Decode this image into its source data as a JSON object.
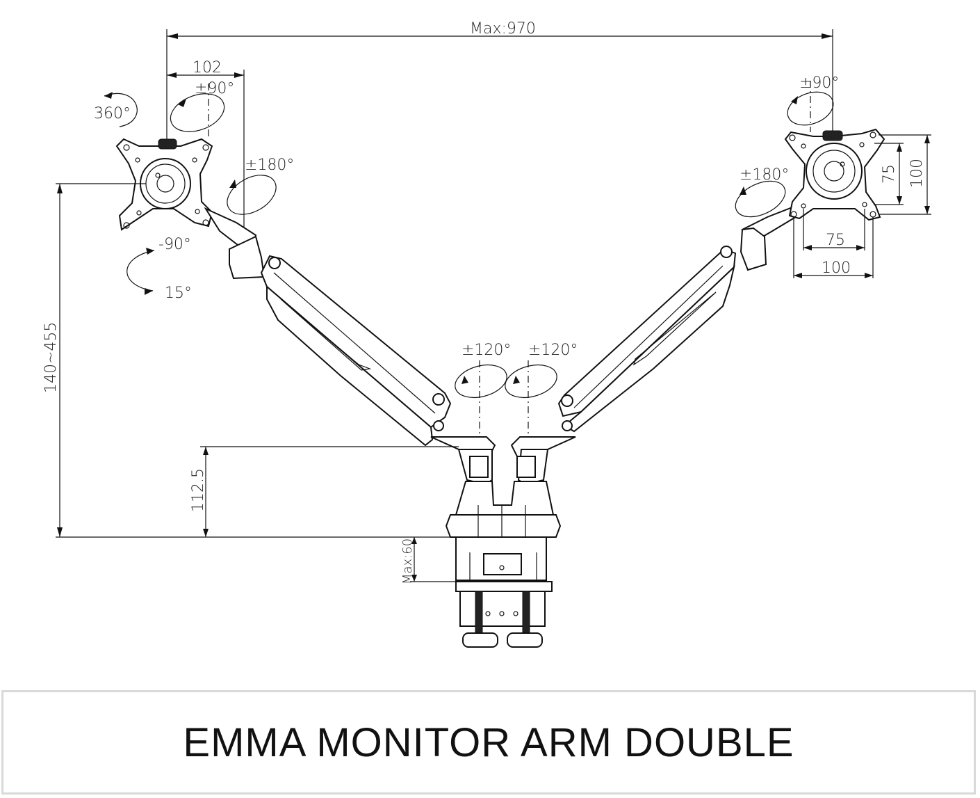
{
  "title": "EMMA MONITOR ARM DOUBLE",
  "dimensions": {
    "max_width": "Max:970",
    "left_offset": "102",
    "left_tilt": "±90°",
    "left_swivel_360": "360°",
    "left_rotate_180": "±180°",
    "left_down": "-90°",
    "left_up": "15°",
    "height_range": "140~455",
    "base_height": "112.5",
    "clamp_max": "Max:60",
    "center_swivel_left": "±120°",
    "center_swivel_right": "±120°",
    "right_tilt": "±90°",
    "right_rotate_180": "±180°",
    "vesa_small_v": "75",
    "vesa_large_v": "100",
    "vesa_small_h": "75",
    "vesa_large_h": "100"
  }
}
